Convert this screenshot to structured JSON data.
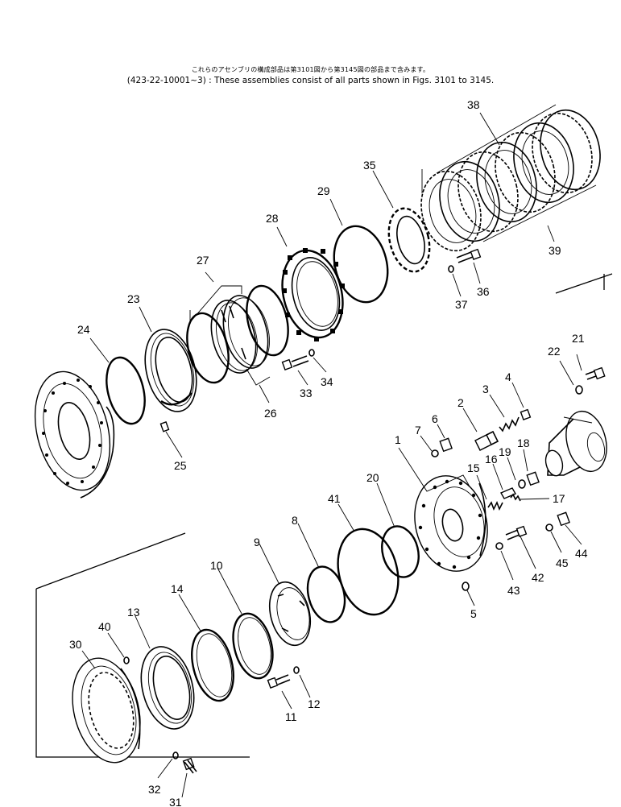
{
  "header": {
    "japanese_note": "これらのアセンブリの構成部品は第3101図から第3145図の部品まで含みます。",
    "english_note": "(423-22-10001~3) : These assemblies consist of all parts shown in Figs. 3101 to 3145."
  },
  "callouts": [
    "1",
    "2",
    "3",
    "4",
    "5",
    "6",
    "7",
    "8",
    "9",
    "10",
    "11",
    "12",
    "13",
    "14",
    "15",
    "16",
    "17",
    "18",
    "19",
    "20",
    "21",
    "22",
    "23",
    "24",
    "25",
    "26",
    "27",
    "28",
    "29",
    "30",
    "31",
    "32",
    "33",
    "34",
    "35",
    "36",
    "37",
    "38",
    "39",
    "40",
    "41",
    "42",
    "43",
    "44",
    "45"
  ]
}
